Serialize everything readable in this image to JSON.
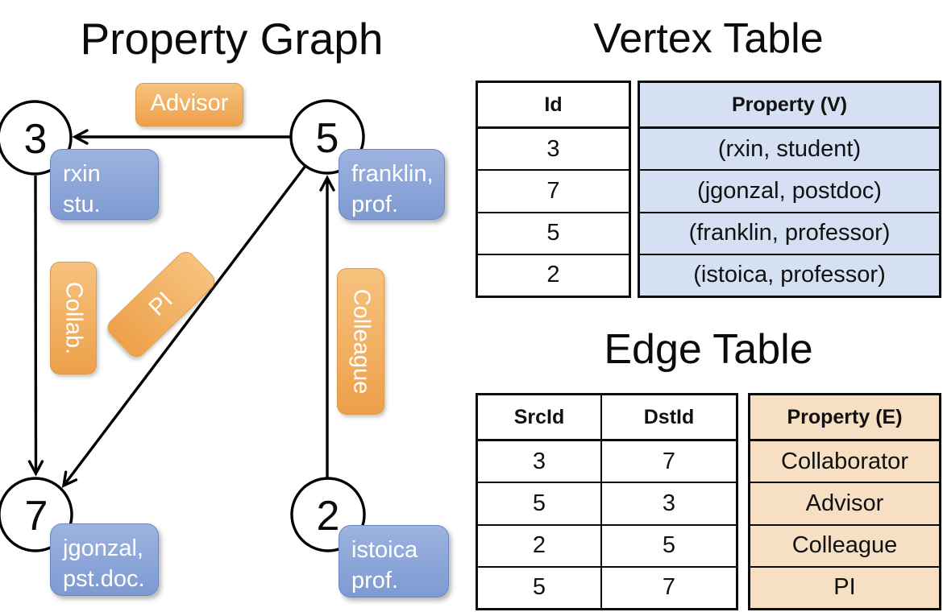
{
  "titles": {
    "graph": "Property Graph",
    "vertex_table": "Vertex Table",
    "edge_table": "Edge Table"
  },
  "graph": {
    "vertices": [
      {
        "id": "3",
        "label_lines": [
          "rxin",
          "stu."
        ]
      },
      {
        "id": "5",
        "label_lines": [
          "franklin,",
          "prof."
        ]
      },
      {
        "id": "7",
        "label_lines": [
          "jgonzal,",
          "pst.doc."
        ]
      },
      {
        "id": "2",
        "label_lines": [
          "istoica",
          "prof."
        ]
      }
    ],
    "edges": [
      {
        "src": "5",
        "dst": "3",
        "label": "Advisor"
      },
      {
        "src": "3",
        "dst": "7",
        "label": "Collab."
      },
      {
        "src": "5",
        "dst": "7",
        "label": "PI"
      },
      {
        "src": "2",
        "dst": "5",
        "label": "Colleague"
      }
    ]
  },
  "vertex_table": {
    "columns": [
      "Id",
      "Property (V)"
    ],
    "rows": [
      {
        "id": "3",
        "property": "(rxin, student)"
      },
      {
        "id": "7",
        "property": "(jgonzal, postdoc)"
      },
      {
        "id": "5",
        "property": "(franklin, professor)"
      },
      {
        "id": "2",
        "property": "(istoica, professor)"
      }
    ]
  },
  "edge_table": {
    "columns": [
      "SrcId",
      "DstId",
      "Property (E)"
    ],
    "rows": [
      {
        "src": "3",
        "dst": "7",
        "property": "Collaborator"
      },
      {
        "src": "5",
        "dst": "3",
        "property": "Advisor"
      },
      {
        "src": "2",
        "dst": "5",
        "property": "Colleague"
      },
      {
        "src": "5",
        "dst": "7",
        "property": "PI"
      }
    ]
  },
  "colors": {
    "edge_label_top": "#f6c27e",
    "edge_label_bottom": "#eda049",
    "vertex_box_top": "#9db3e0",
    "vertex_box_bottom": "#7e9ad1",
    "vertex_table_fill": "#d5e0f3",
    "edge_table_fill": "#f6dfc3",
    "line": "#000000",
    "background": "#ffffff"
  }
}
